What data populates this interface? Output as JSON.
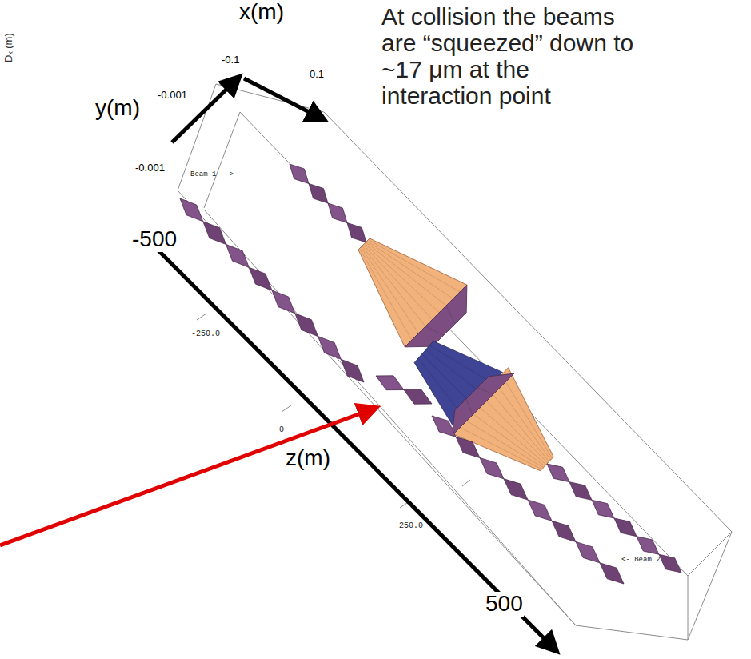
{
  "diagram": {
    "labels": [
      "Dₓ (m)",
      "x(m)",
      "-0.1",
      "0.1",
      "At collision the beams are “squeezed” down to ~17 μm at the interaction point",
      "y(m)",
      "-0.001",
      "-0.001",
      "Beam 1 -->",
      "-500",
      "-250.0",
      "0",
      "z(m)",
      "250.0",
      "<- Beam 2",
      "500"
    ]
  }
}
